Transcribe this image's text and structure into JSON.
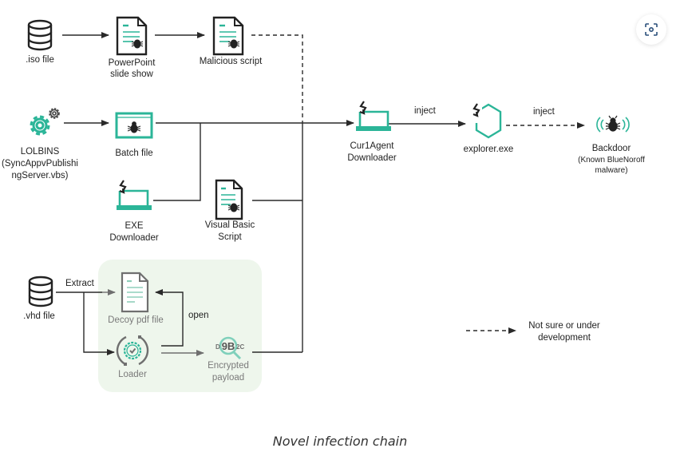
{
  "nodes": {
    "iso": {
      "label": ".iso file",
      "icon": "database-icon"
    },
    "ppt": {
      "label_lines": [
        "PowerPoint",
        "slide show"
      ],
      "icon": "malicious-document-icon"
    },
    "mal_script": {
      "label": "Malicious script",
      "icon": "malicious-document-icon"
    },
    "lolbins": {
      "label_lines": [
        "LOLBINS",
        "(SyncAppvPublishi",
        "ngServer.vbs)"
      ],
      "icon": "gears-icon"
    },
    "batch": {
      "label": "Batch file",
      "icon": "bug-window-icon"
    },
    "exe_dl": {
      "label_lines": [
        "EXE",
        "Downloader"
      ],
      "icon": "laptop-download-icon"
    },
    "vbs": {
      "label_lines": [
        "Visual Basic",
        "Script"
      ],
      "icon": "malicious-document-icon"
    },
    "vhd": {
      "label": ".vhd file",
      "icon": "database-icon"
    },
    "decoy": {
      "label": "Decoy pdf file",
      "icon": "document-icon"
    },
    "loader": {
      "label": "Loader",
      "icon": "loader-cycle-icon"
    },
    "payload": {
      "label_lines": [
        "Encrypted",
        "payload"
      ],
      "icon": "encrypted-search-icon",
      "glyph_text": {
        "left": "D",
        "mid": "9B",
        "right": "2C"
      }
    },
    "cur1agent": {
      "label_lines": [
        "Cur1Agent",
        "Downloader"
      ],
      "icon": "laptop-download-icon"
    },
    "explorer": {
      "label": "explorer.exe",
      "icon": "shield-lightning-icon"
    },
    "backdoor": {
      "label_lines": [
        "Backdoor",
        "(Known BlueNoroff",
        "malware)"
      ],
      "icon": "bug-signal-icon"
    }
  },
  "edges": {
    "extract": "Extract",
    "open": "open",
    "inject1": "inject",
    "inject2": "inject"
  },
  "legend": {
    "lines": [
      "Not sure or under",
      "development"
    ],
    "style": "dashed-arrow"
  },
  "caption": "Novel infection chain",
  "colors": {
    "accent": "#2bb598",
    "line": "#2a2a2a",
    "muted": "#6f6f6f",
    "highlight_bg": "#eef6ec"
  },
  "toolbar": {
    "lens_icon": "visual-search-icon"
  }
}
